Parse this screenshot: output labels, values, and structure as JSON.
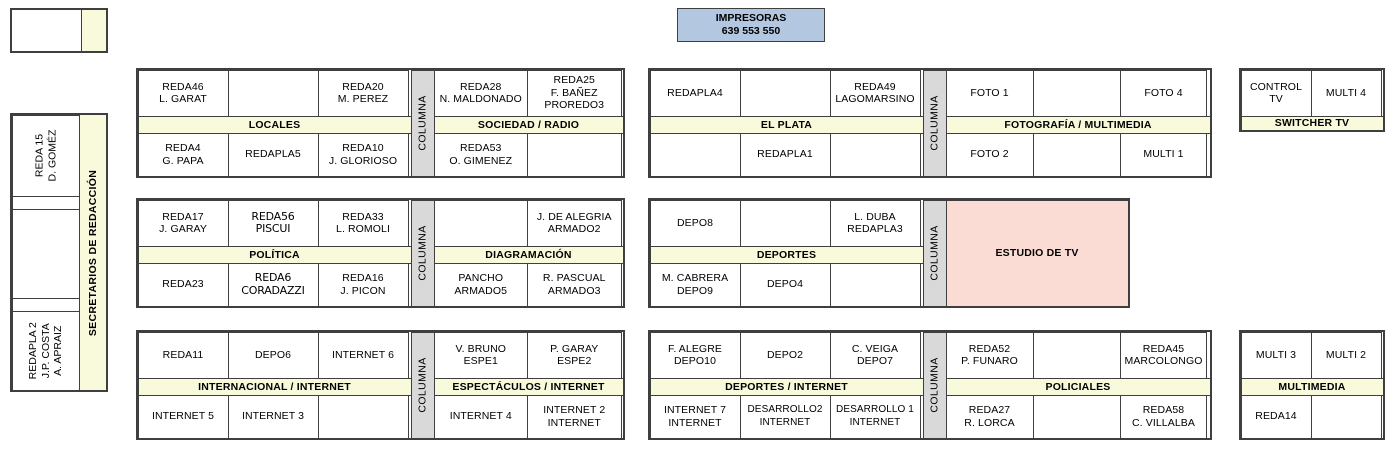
{
  "header": {
    "impresoras": {
      "title": "IMPRESORAS",
      "numbers": "639  553  550",
      "color": "#b4c7e0"
    }
  },
  "colors": {
    "band": "#f9f9dc",
    "columna": "#d9d9d9",
    "studio": "#fadcd4",
    "header": "#b4c7e0",
    "border": "#3f3f3f"
  },
  "labels": {
    "columna": "COLUMNA"
  },
  "sidebar": {
    "label": "SECRETARIOS DE REDACCIÓN",
    "cells": [
      {
        "text": "REDA 15\nD. GOMÉZ"
      },
      {
        "text": ""
      },
      {
        "text": "REDAPLA 2\nJ.P. COSTA\nA. APRAIZ"
      }
    ]
  },
  "blocks": {
    "locales": {
      "label": "LOCALES",
      "top": [
        "REDA46\nL. GARAT",
        "",
        "REDA20\nM. PEREZ"
      ],
      "bottom": [
        "REDA4\nG. PAPA",
        "REDAPLA5",
        "REDA10\nJ. GLORIOSO"
      ]
    },
    "sociedad_radio": {
      "label": "SOCIEDAD / RADIO",
      "top": [
        "REDA28\nN. MALDONADO",
        "REDA25\nF. BAÑEZ\nPROREDO3"
      ],
      "bottom": [
        "REDA53\nO. GIMENEZ",
        ""
      ]
    },
    "el_plata": {
      "label": "EL PLATA",
      "top": [
        "REDAPLA4",
        "",
        "REDA49\nLAGOMARSINO"
      ],
      "bottom": [
        "",
        "REDAPLA1",
        ""
      ]
    },
    "fotografia_multimedia": {
      "label": "FOTOGRAFÍA / MULTIMEDIA",
      "top": [
        "FOTO 1",
        "",
        "FOTO 4"
      ],
      "bottom": [
        "FOTO 2",
        "",
        "MULTI 1"
      ]
    },
    "switcher_tv": {
      "label": "SWITCHER TV",
      "top": [
        "CONTROL TV",
        "MULTI 4"
      ]
    },
    "politica": {
      "label": "POLÍTICA",
      "top": [
        "REDA17\nJ. GARAY",
        "REDA56\nPISCUI",
        "REDA33\nL. ROMOLI"
      ],
      "bottom": [
        "REDA23",
        "REDA6\nCORADAZZI",
        "REDA16\nJ. PICON"
      ]
    },
    "diagramacion": {
      "label": "DIAGRAMACIÓN",
      "top": [
        "",
        "J. DE ALEGRIA\nARMADO2"
      ],
      "bottom": [
        "PANCHO\nARMADO5",
        "R. PASCUAL\nARMADO3"
      ]
    },
    "deportes": {
      "label": "DEPORTES",
      "top": [
        "DEPO8",
        "",
        "L. DUBA\nREDAPLA3"
      ],
      "bottom": [
        "M. CABRERA\nDEPO9",
        "DEPO4",
        ""
      ]
    },
    "estudio_tv": {
      "label": "ESTUDIO DE TV"
    },
    "internacional_internet": {
      "label": "INTERNACIONAL / INTERNET",
      "top": [
        "REDA11",
        "DEPO6",
        "INTERNET 6"
      ],
      "bottom": [
        "INTERNET 5",
        "INTERNET 3",
        ""
      ]
    },
    "espectaculos_internet": {
      "label": "ESPECTÁCULOS / INTERNET",
      "top": [
        "V. BRUNO\nESPE1",
        "P. GARAY\nESPE2"
      ],
      "bottom": [
        "INTERNET 4",
        "INTERNET 2\nINTERNET"
      ]
    },
    "deportes_internet": {
      "label": "DEPORTES / INTERNET",
      "top": [
        "F. ALEGRE\nDEPO10",
        "DEPO2",
        "C. VEIGA\nDEPO7"
      ],
      "bottom": [
        "INTERNET 7\nINTERNET",
        "DESARROLLO2\nINTERNET",
        "DESARROLLO 1\nINTERNET"
      ]
    },
    "policiales": {
      "label": "POLICIALES",
      "top": [
        "REDA52\nP. FUNARO",
        "",
        "REDA45\nMARCOLONGO"
      ],
      "bottom": [
        "REDA27\nR. LORCA",
        "",
        "REDA58\nC. VILLALBA"
      ]
    },
    "multimedia": {
      "label": "MULTIMEDIA",
      "top": [
        "MULTI 3",
        "MULTI 2"
      ],
      "bottom": [
        "REDA14",
        ""
      ]
    }
  }
}
